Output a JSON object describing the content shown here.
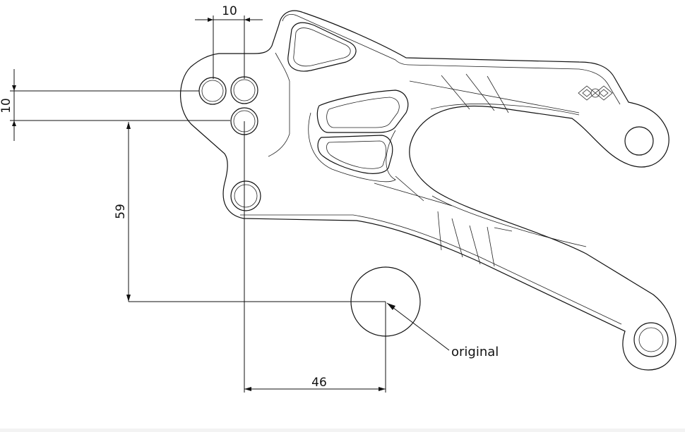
{
  "dimensions": {
    "top_horizontal": "10",
    "left_vertical": "10",
    "vertical_offset": "59",
    "horizontal_offset": "46"
  },
  "annotation": {
    "label": "original"
  }
}
